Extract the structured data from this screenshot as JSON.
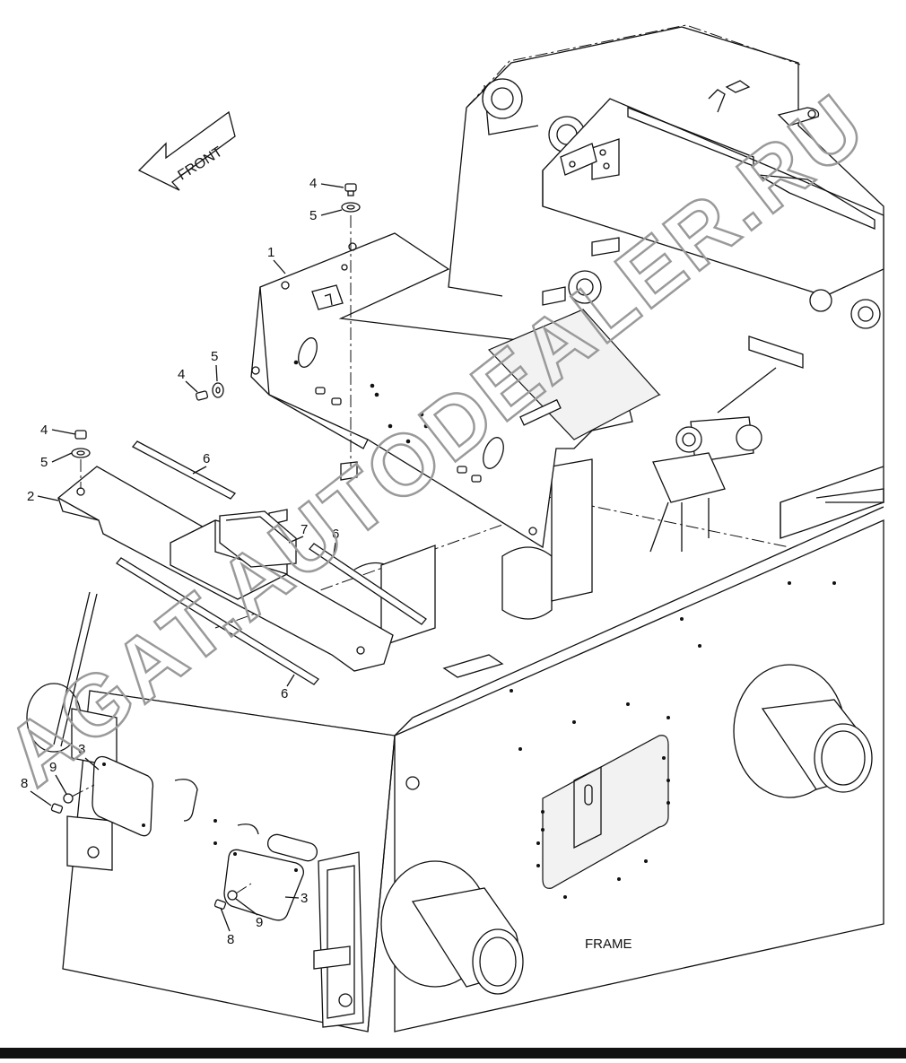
{
  "frame_label": "FRAME",
  "front_arrow": {
    "text": "FRONT",
    "icon": "front-arrow-icon"
  },
  "watermark": "AGAT.AUTODEALER.RU",
  "callouts": [
    {
      "id": "c1",
      "number": "1"
    },
    {
      "id": "c2",
      "number": "2"
    },
    {
      "id": "c3a",
      "number": "3"
    },
    {
      "id": "c3b",
      "number": "3"
    },
    {
      "id": "c4a",
      "number": "4"
    },
    {
      "id": "c4b",
      "number": "4"
    },
    {
      "id": "c4c",
      "number": "4"
    },
    {
      "id": "c5a",
      "number": "5"
    },
    {
      "id": "c5b",
      "number": "5"
    },
    {
      "id": "c5c",
      "number": "5"
    },
    {
      "id": "c6a",
      "number": "6"
    },
    {
      "id": "c6b",
      "number": "6"
    },
    {
      "id": "c6c",
      "number": "6"
    },
    {
      "id": "c7",
      "number": "7"
    },
    {
      "id": "c8a",
      "number": "8"
    },
    {
      "id": "c8b",
      "number": "8"
    },
    {
      "id": "c9a",
      "number": "9"
    },
    {
      "id": "c9b",
      "number": "9"
    }
  ]
}
